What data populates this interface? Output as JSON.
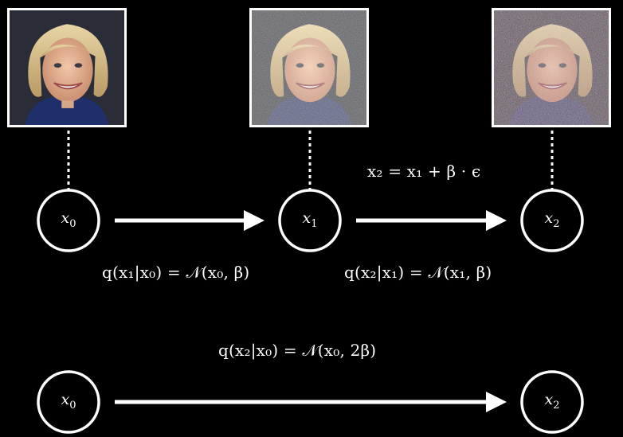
{
  "images": [
    {
      "name": "clean",
      "noise": 0
    },
    {
      "name": "slightly-noisy",
      "noise": 0.35
    },
    {
      "name": "noisy",
      "noise": 0.7
    }
  ],
  "nodes": {
    "top": [
      {
        "label": "x",
        "sub": "0"
      },
      {
        "label": "x",
        "sub": "1"
      },
      {
        "label": "x",
        "sub": "2"
      }
    ],
    "bottom": [
      {
        "label": "x",
        "sub": "0"
      },
      {
        "label": "x",
        "sub": "2"
      }
    ]
  },
  "equations": {
    "update": "x₂ = x₁ + β · ϵ",
    "q1": "q(x₁|x₀) = 𝒩(x₀, β)",
    "q2": "q(x₂|x₁) = 𝒩(x₁, β)",
    "q_direct": "q(x₂|x₀) = 𝒩(x₀, 2β)"
  },
  "colors": {
    "background": "#000000",
    "foreground": "#ffffff"
  }
}
